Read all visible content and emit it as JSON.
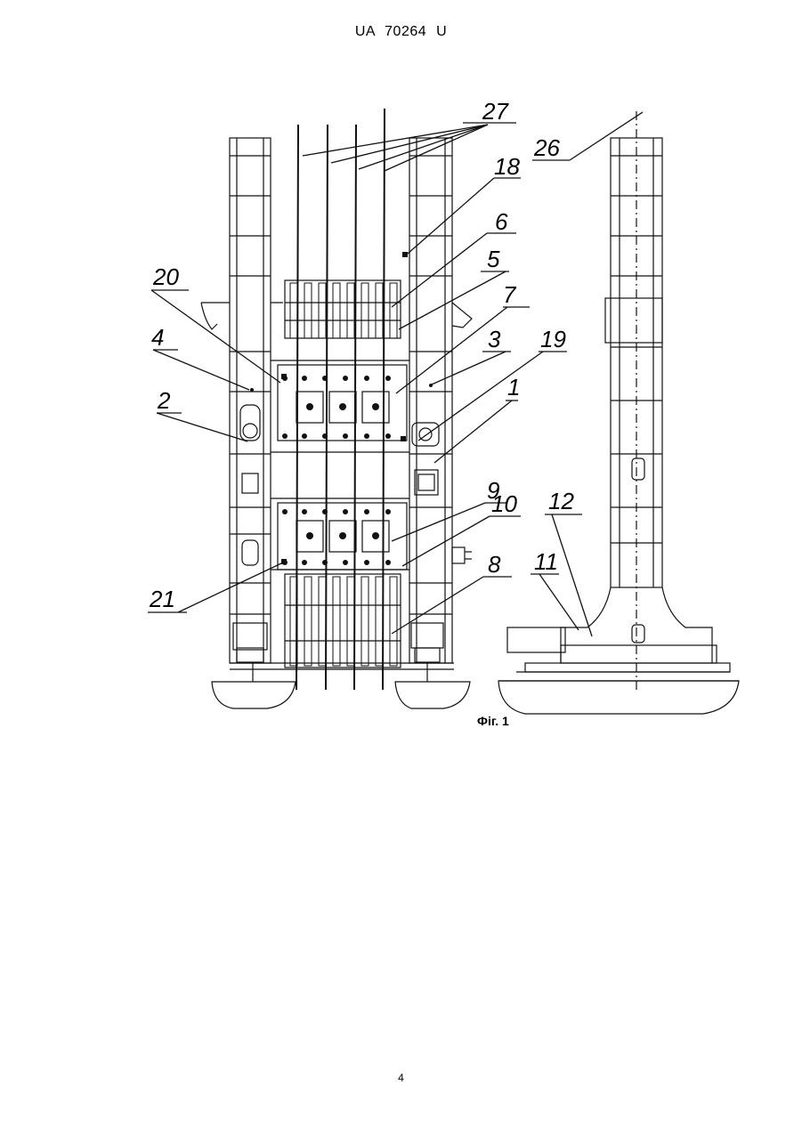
{
  "header": {
    "text": "UA   70264   U"
  },
  "figure": {
    "caption": "Фіг. 1",
    "labels": {
      "l27": "27",
      "l26": "26",
      "l18": "18",
      "l6": "6",
      "l5": "5",
      "l20": "20",
      "l7": "7",
      "l3": "3",
      "l19": "19",
      "l4": "4",
      "l2": "2",
      "l1": "1",
      "l9": "9",
      "l10": "10",
      "l12": "12",
      "l8": "8",
      "l11": "11",
      "l21": "21"
    }
  },
  "footer": {
    "page_number": "4"
  }
}
